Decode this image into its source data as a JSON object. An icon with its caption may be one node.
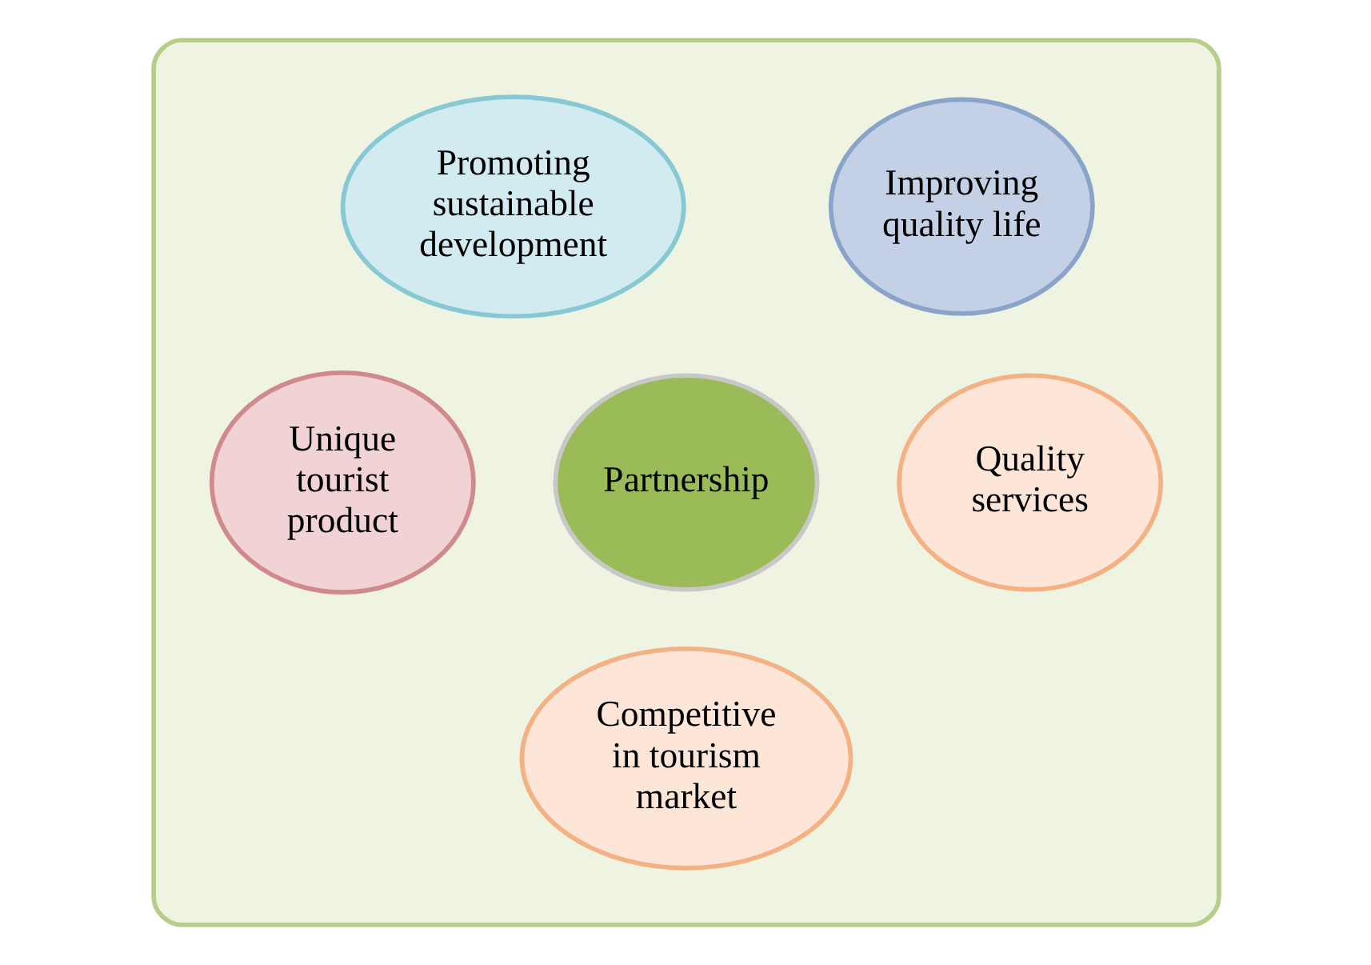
{
  "diagram": {
    "nodes": [
      {
        "text": [],
        "shape": "box"
      },
      {
        "text": [
          "Promoting sustainable development"
        ],
        "in": 0
      },
      {
        "text": [
          "Improving quality life"
        ],
        "in": 0
      },
      {
        "text": [
          "Unique tourist product"
        ],
        "in": 0
      },
      {
        "text": [
          "Partnership"
        ],
        "in": 0
      },
      {
        "text": [
          "Quality services"
        ],
        "in": 0
      },
      {
        "text": [
          "Competitive in tourism market"
        ],
        "in": 0
      }
    ]
  }
}
